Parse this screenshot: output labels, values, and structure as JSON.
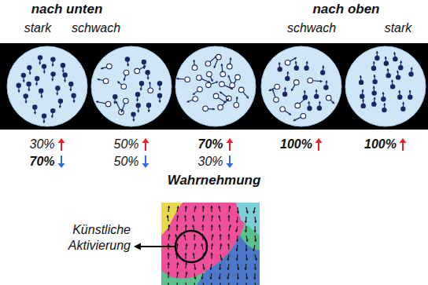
{
  "diagram": {
    "labels": [
      "nach unten",
      "nach oben",
      "stark",
      "schwach",
      "schwach",
      "stark",
      "30%",
      "70%",
      "50%",
      "50%",
      "70%",
      "30%",
      "100%",
      "100%",
      "Wahrnehmung",
      "Künstliche Aktivierung"
    ]
  }
}
